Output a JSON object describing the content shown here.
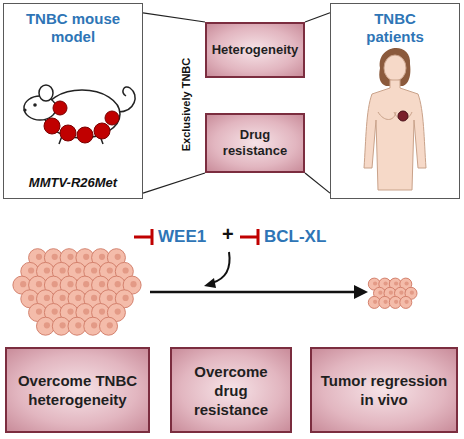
{
  "diagram": {
    "nodes": [
      {
        "text": [
          "TNBC mouse model",
          "MMTV-R26Met"
        ]
      },
      {
        "text": [
          "Heterogeneity"
        ]
      },
      {
        "text": [
          "Drug resistance"
        ]
      },
      {
        "text": [
          "TNBC patients"
        ]
      },
      {
        "text": [
          "Overcome TNBC heterogeneity"
        ]
      },
      {
        "text": [
          "Overcome drug resistance"
        ]
      },
      {
        "text": [
          "Tumor regression in vivo"
        ]
      }
    ],
    "edges": [
      {
        "from": 0,
        "to": 1,
        "arrow": "none"
      },
      {
        "from": 0,
        "to": 2,
        "arrow": "none"
      },
      {
        "from": 1,
        "to": 3,
        "arrow": "none"
      },
      {
        "from": 2,
        "to": 3,
        "arrow": "none"
      }
    ],
    "labels": [
      "Exclusively TNBC",
      "WEE1",
      "+",
      "BCL-XL"
    ]
  }
}
